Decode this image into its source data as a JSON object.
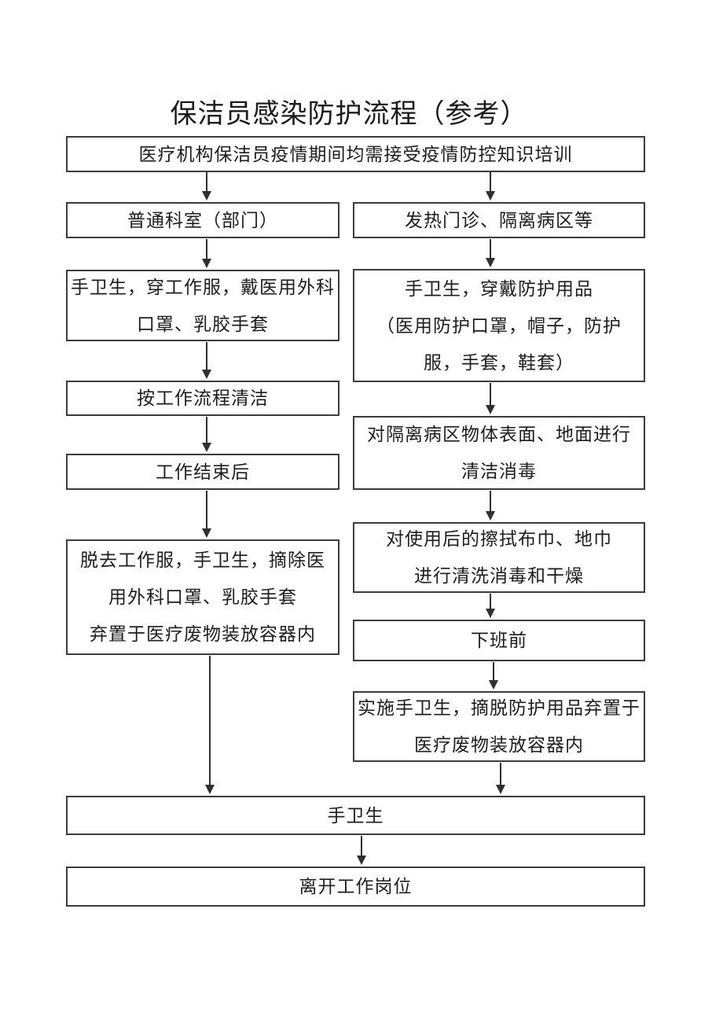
{
  "title": "保洁员感染防护流程（参考）",
  "colors": {
    "box_border": "#3c3c3c",
    "text": "#1d1d1d",
    "arrow": "#2f2f2f",
    "page_background": "#ffffff"
  },
  "flow": {
    "top": {
      "label": [
        "医疗机构保洁员疫情期间均需接受疫情防控知识培训"
      ]
    },
    "left_column": {
      "nodes": [
        {
          "label": [
            "普通科室（部门）"
          ]
        },
        {
          "label": [
            "手卫生，穿工作服，戴医用外科",
            "口罩、乳胶手套"
          ]
        },
        {
          "label": [
            "按工作流程清洁"
          ]
        },
        {
          "label": [
            "工作结束后"
          ]
        },
        {
          "label": [
            "脱去工作服，手卫生，摘除医",
            "用外科口罩、乳胶手套",
            "弃置于医疗废物装放容器内"
          ]
        }
      ]
    },
    "right_column": {
      "nodes": [
        {
          "label": [
            "发热门诊、隔离病区等"
          ]
        },
        {
          "label": [
            "手卫生，穿戴防护用品",
            "（医用防护口罩，帽子，防护",
            "服，手套，鞋套）"
          ]
        },
        {
          "label": [
            "对隔离病区物体表面、地面进行",
            "清洁消毒"
          ]
        },
        {
          "label": [
            "对使用后的擦拭布巾、地巾",
            "进行清洗消毒和干燥"
          ]
        },
        {
          "label": [
            "下班前"
          ]
        },
        {
          "label": [
            "实施手卫生，摘脱防护用品弃置于",
            "医疗废物装放容器内"
          ]
        }
      ]
    },
    "bottom": [
      {
        "label": [
          "手卫生"
        ]
      },
      {
        "label": [
          "离开工作岗位"
        ]
      }
    ]
  }
}
